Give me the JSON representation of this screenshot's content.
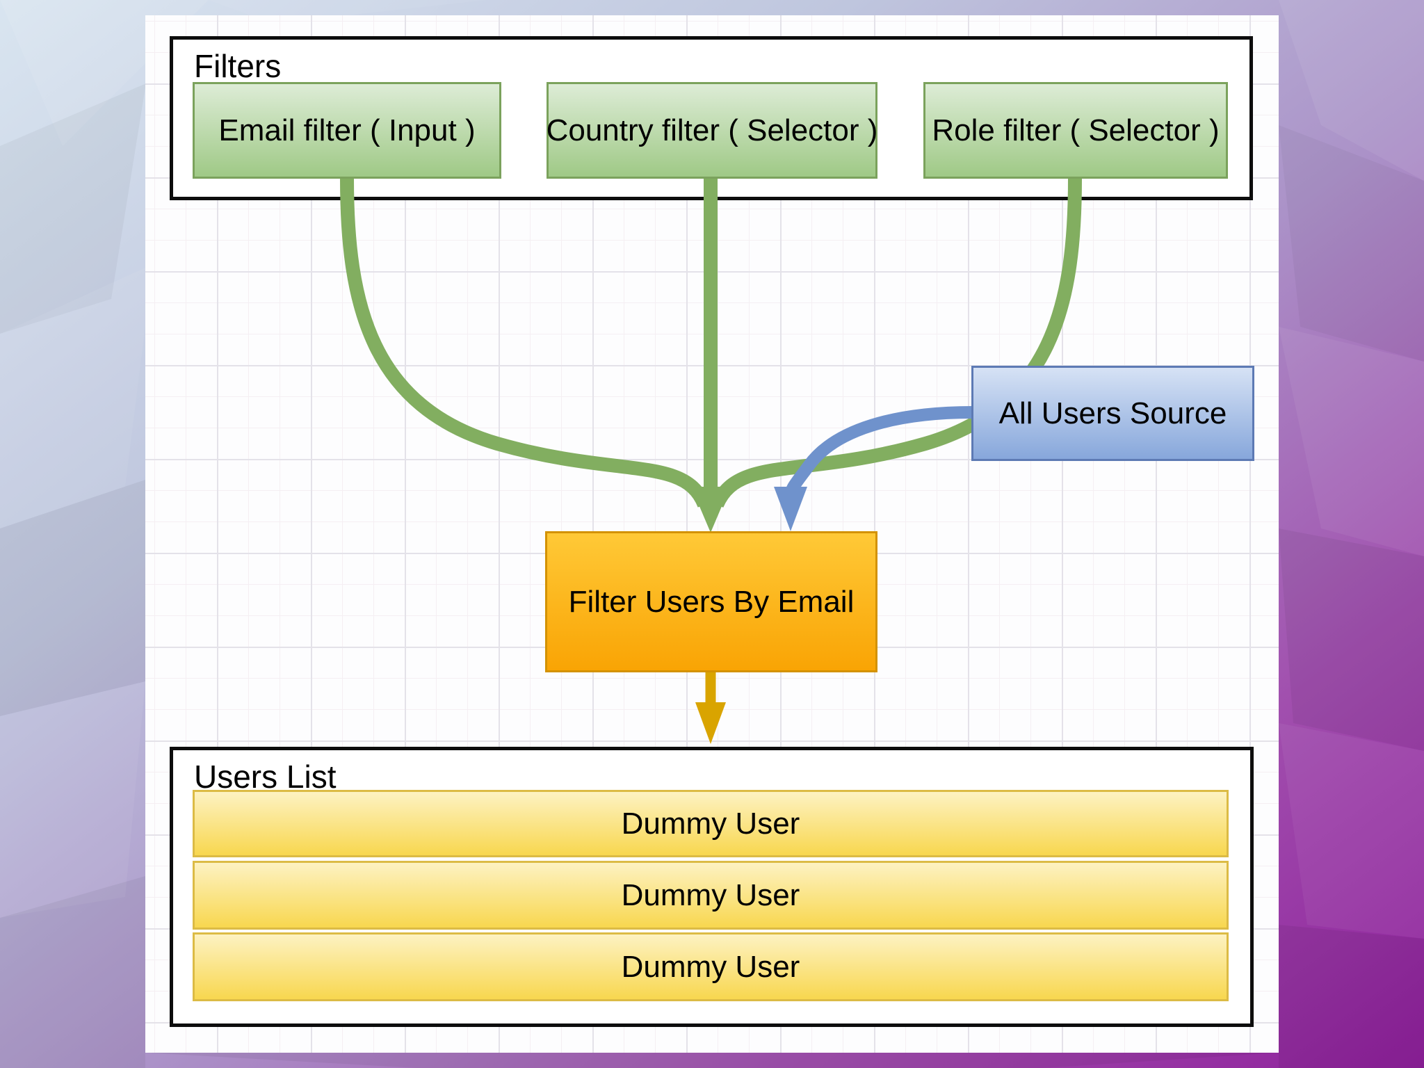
{
  "slide": {
    "background_gradient": [
      "#d9e5f0",
      "#bfc6de",
      "#ab92c8",
      "#a14fae",
      "#8e1f9b"
    ],
    "canvas_color": "#fdfdfe",
    "grid_major_color": "#e4e2e9",
    "grid_minor_color": "#f5eff3"
  },
  "diagram": {
    "filters_group": {
      "title": "Filters",
      "items": [
        {
          "label": "Email filter ( Input )"
        },
        {
          "label": "Country filter ( Selector )"
        },
        {
          "label": "Role filter ( Selector )"
        }
      ],
      "node_fill_top": "#ddecd6",
      "node_fill_bottom": "#9fc986",
      "node_stroke": "#7ba25c"
    },
    "source_node": {
      "label": "All Users Source",
      "fill_top": "#d6e2f5",
      "fill_bottom": "#87a7db",
      "stroke": "#5d7ab4"
    },
    "process_node": {
      "label": "Filter Users By Email",
      "fill_top": "#ffc937",
      "fill_bottom": "#f9a404",
      "stroke": "#d39202"
    },
    "users_group": {
      "title": "Users List",
      "rows": [
        {
          "label": "Dummy User"
        },
        {
          "label": "Dummy User"
        },
        {
          "label": "Dummy User"
        }
      ],
      "row_fill_top": "#fdf2c2",
      "row_fill_bottom": "#f8d74f",
      "row_stroke": "#dcbb45"
    },
    "arrow_colors": {
      "filters_to_process": "#82ae60",
      "source_to_process": "#6f92cc",
      "process_to_users": "#d9a400"
    }
  }
}
